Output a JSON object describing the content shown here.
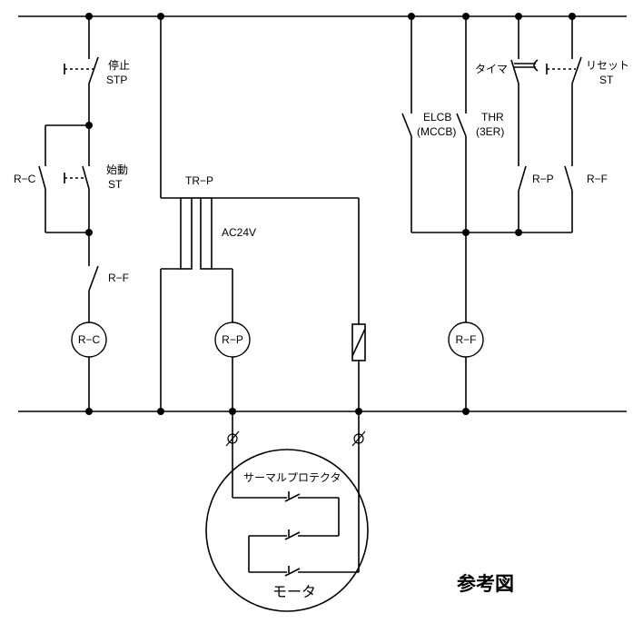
{
  "labels": {
    "stop_name": "停止",
    "stop_code": "STP",
    "start_name": "始動",
    "start_code": "ST",
    "rc_contact": "R−C",
    "rf_contact": "R−F",
    "rc_coil": "R−C",
    "transformer": "TR−P",
    "ac24v": "AC24V",
    "rp_coil": "R−P",
    "rf_coil": "R−F",
    "elcb": "ELCB",
    "mccb": "(MCCB)",
    "thr": "THR",
    "ter": "(3ER)",
    "timer": "タイマ",
    "reset": "リセット",
    "reset_code": "ST",
    "rp_contact": "R−P",
    "rf_contact2": "R−F",
    "thermal_protector": "サーマルプロテクタ",
    "motor": "モータ",
    "figure_caption": "参考図"
  }
}
